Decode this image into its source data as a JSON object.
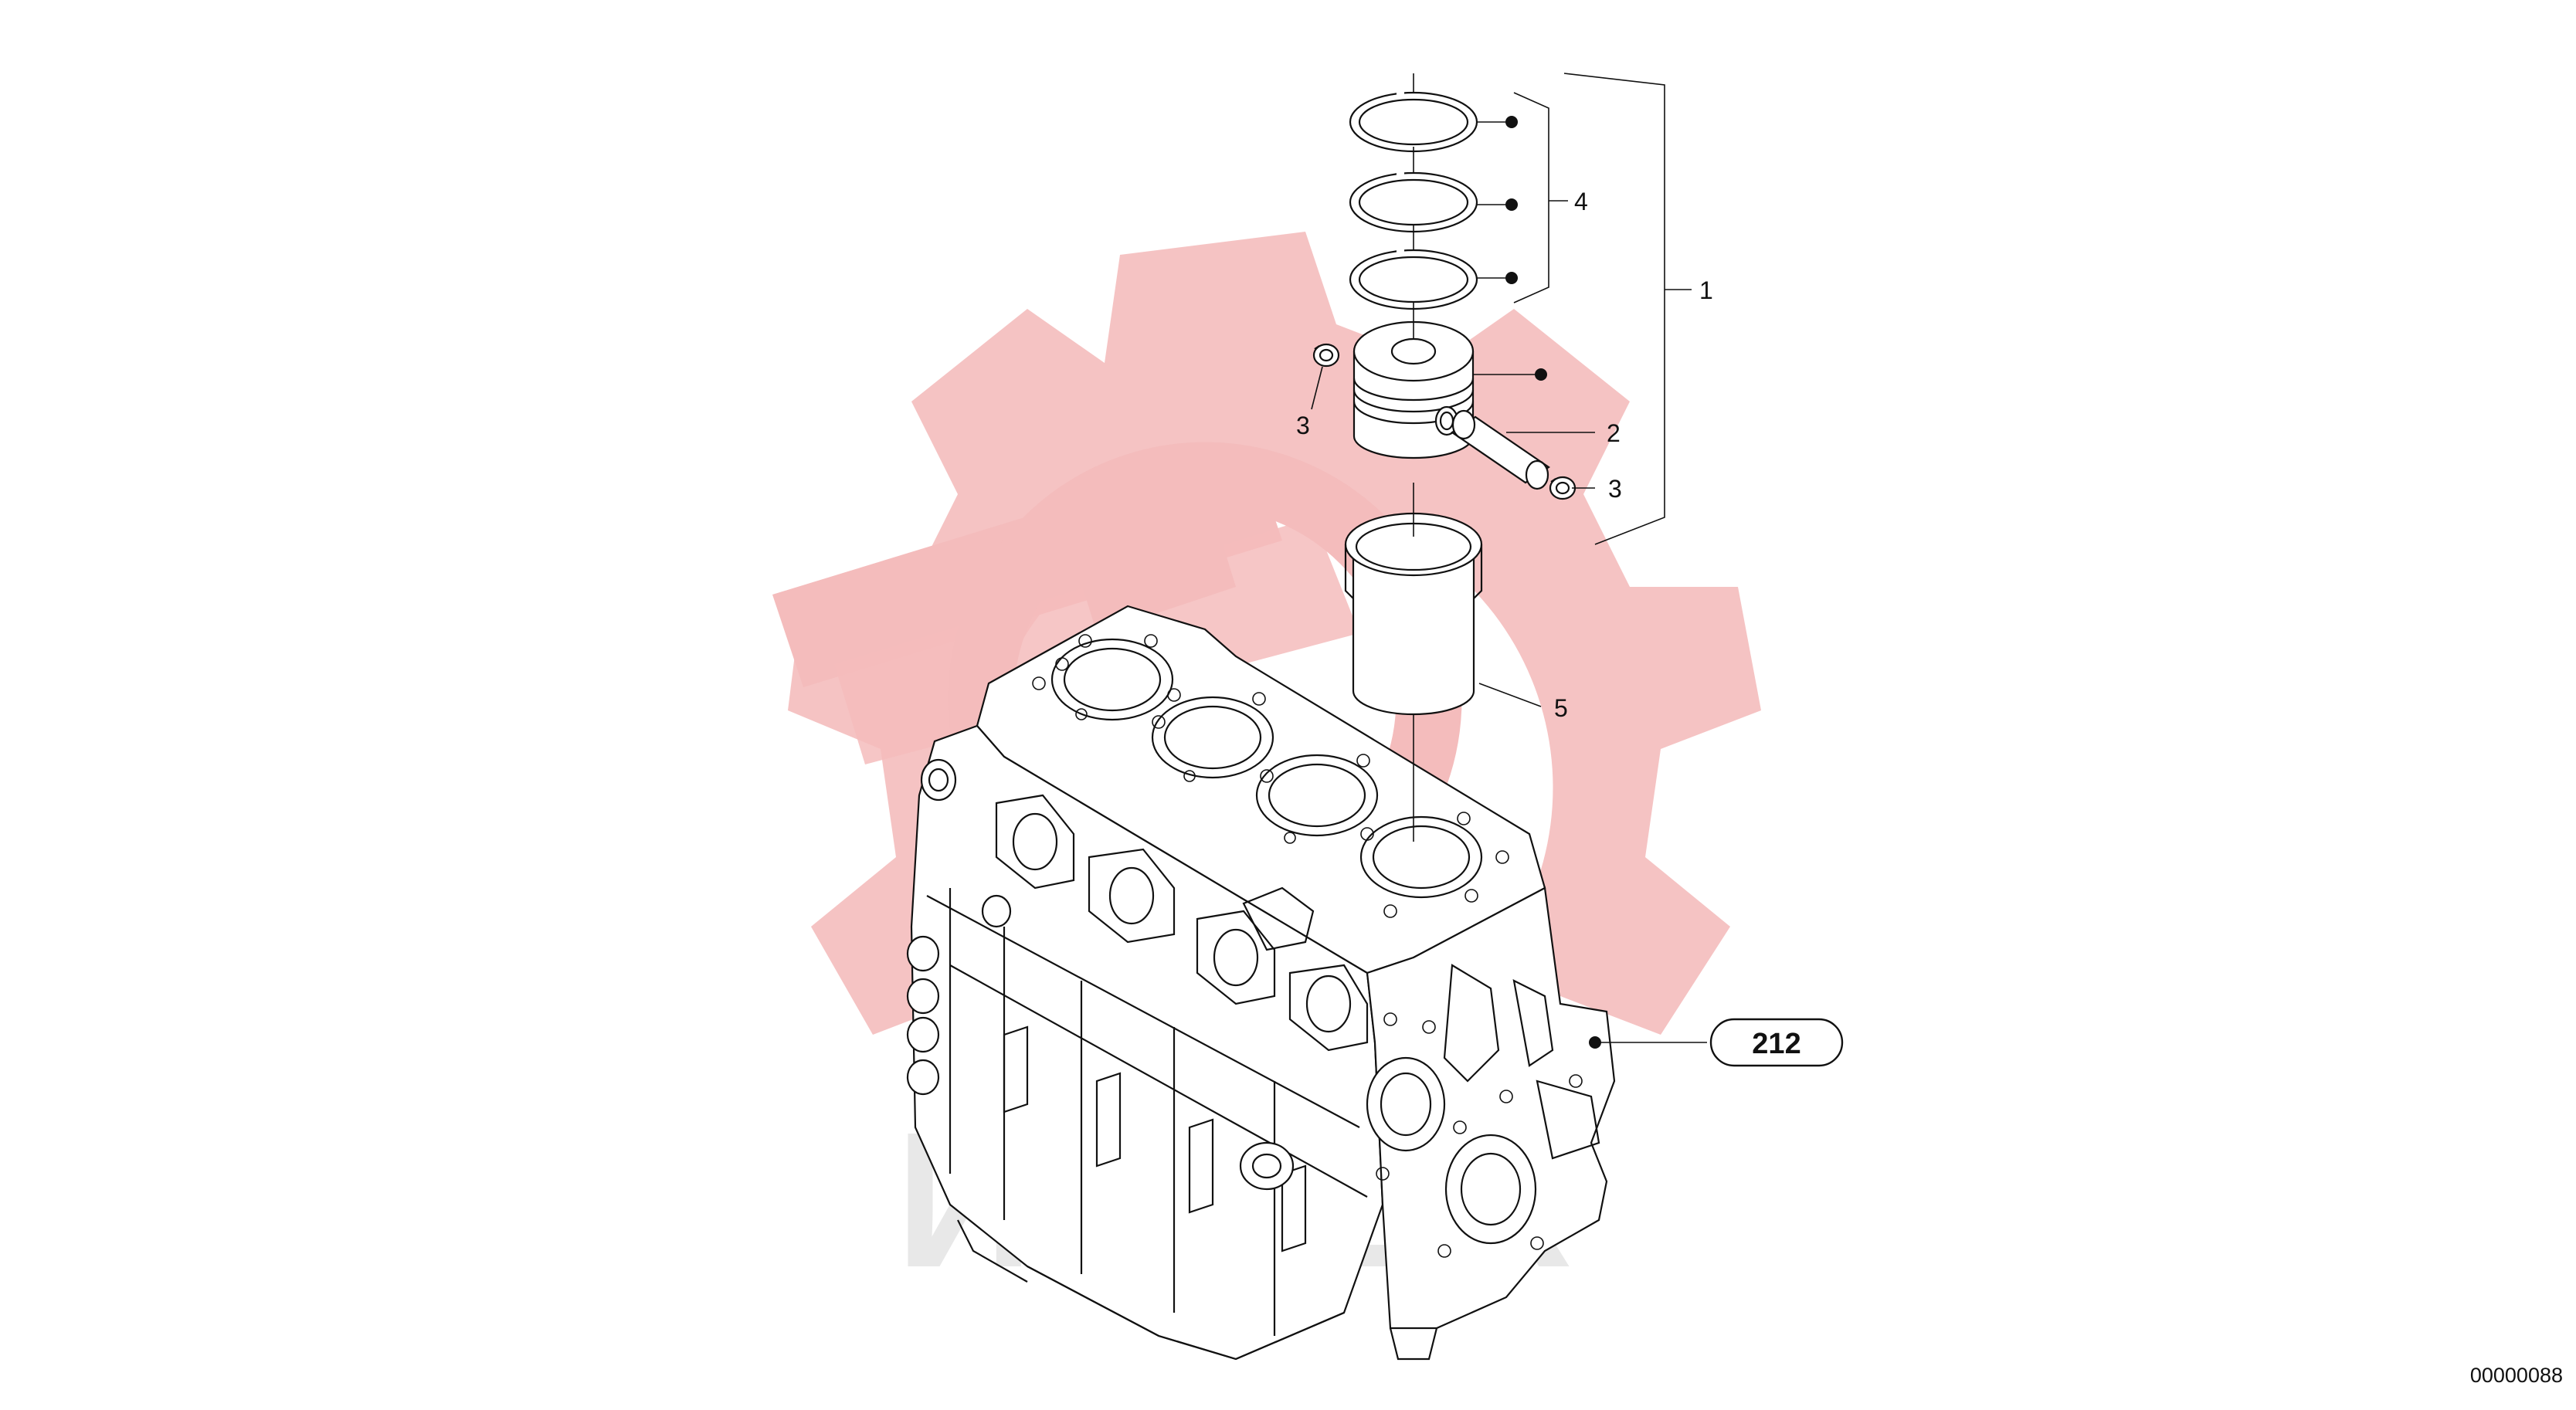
{
  "colors": {
    "line": "#111111",
    "watermark": "#f3b9b9",
    "watermark_text": "#e6e6e6",
    "background": "#ffffff"
  },
  "callouts": {
    "item_1": "1",
    "item_2": "2",
    "item_3_left": "3",
    "item_3_right": "3",
    "item_4": "4",
    "item_5": "5"
  },
  "reference_tag": "212",
  "drawing_code": "00000088",
  "watermark_text": "ИНТЕК",
  "icons": {
    "watermark": "gear-wrench-logo-icon",
    "marker": "filled-dot-icon"
  }
}
